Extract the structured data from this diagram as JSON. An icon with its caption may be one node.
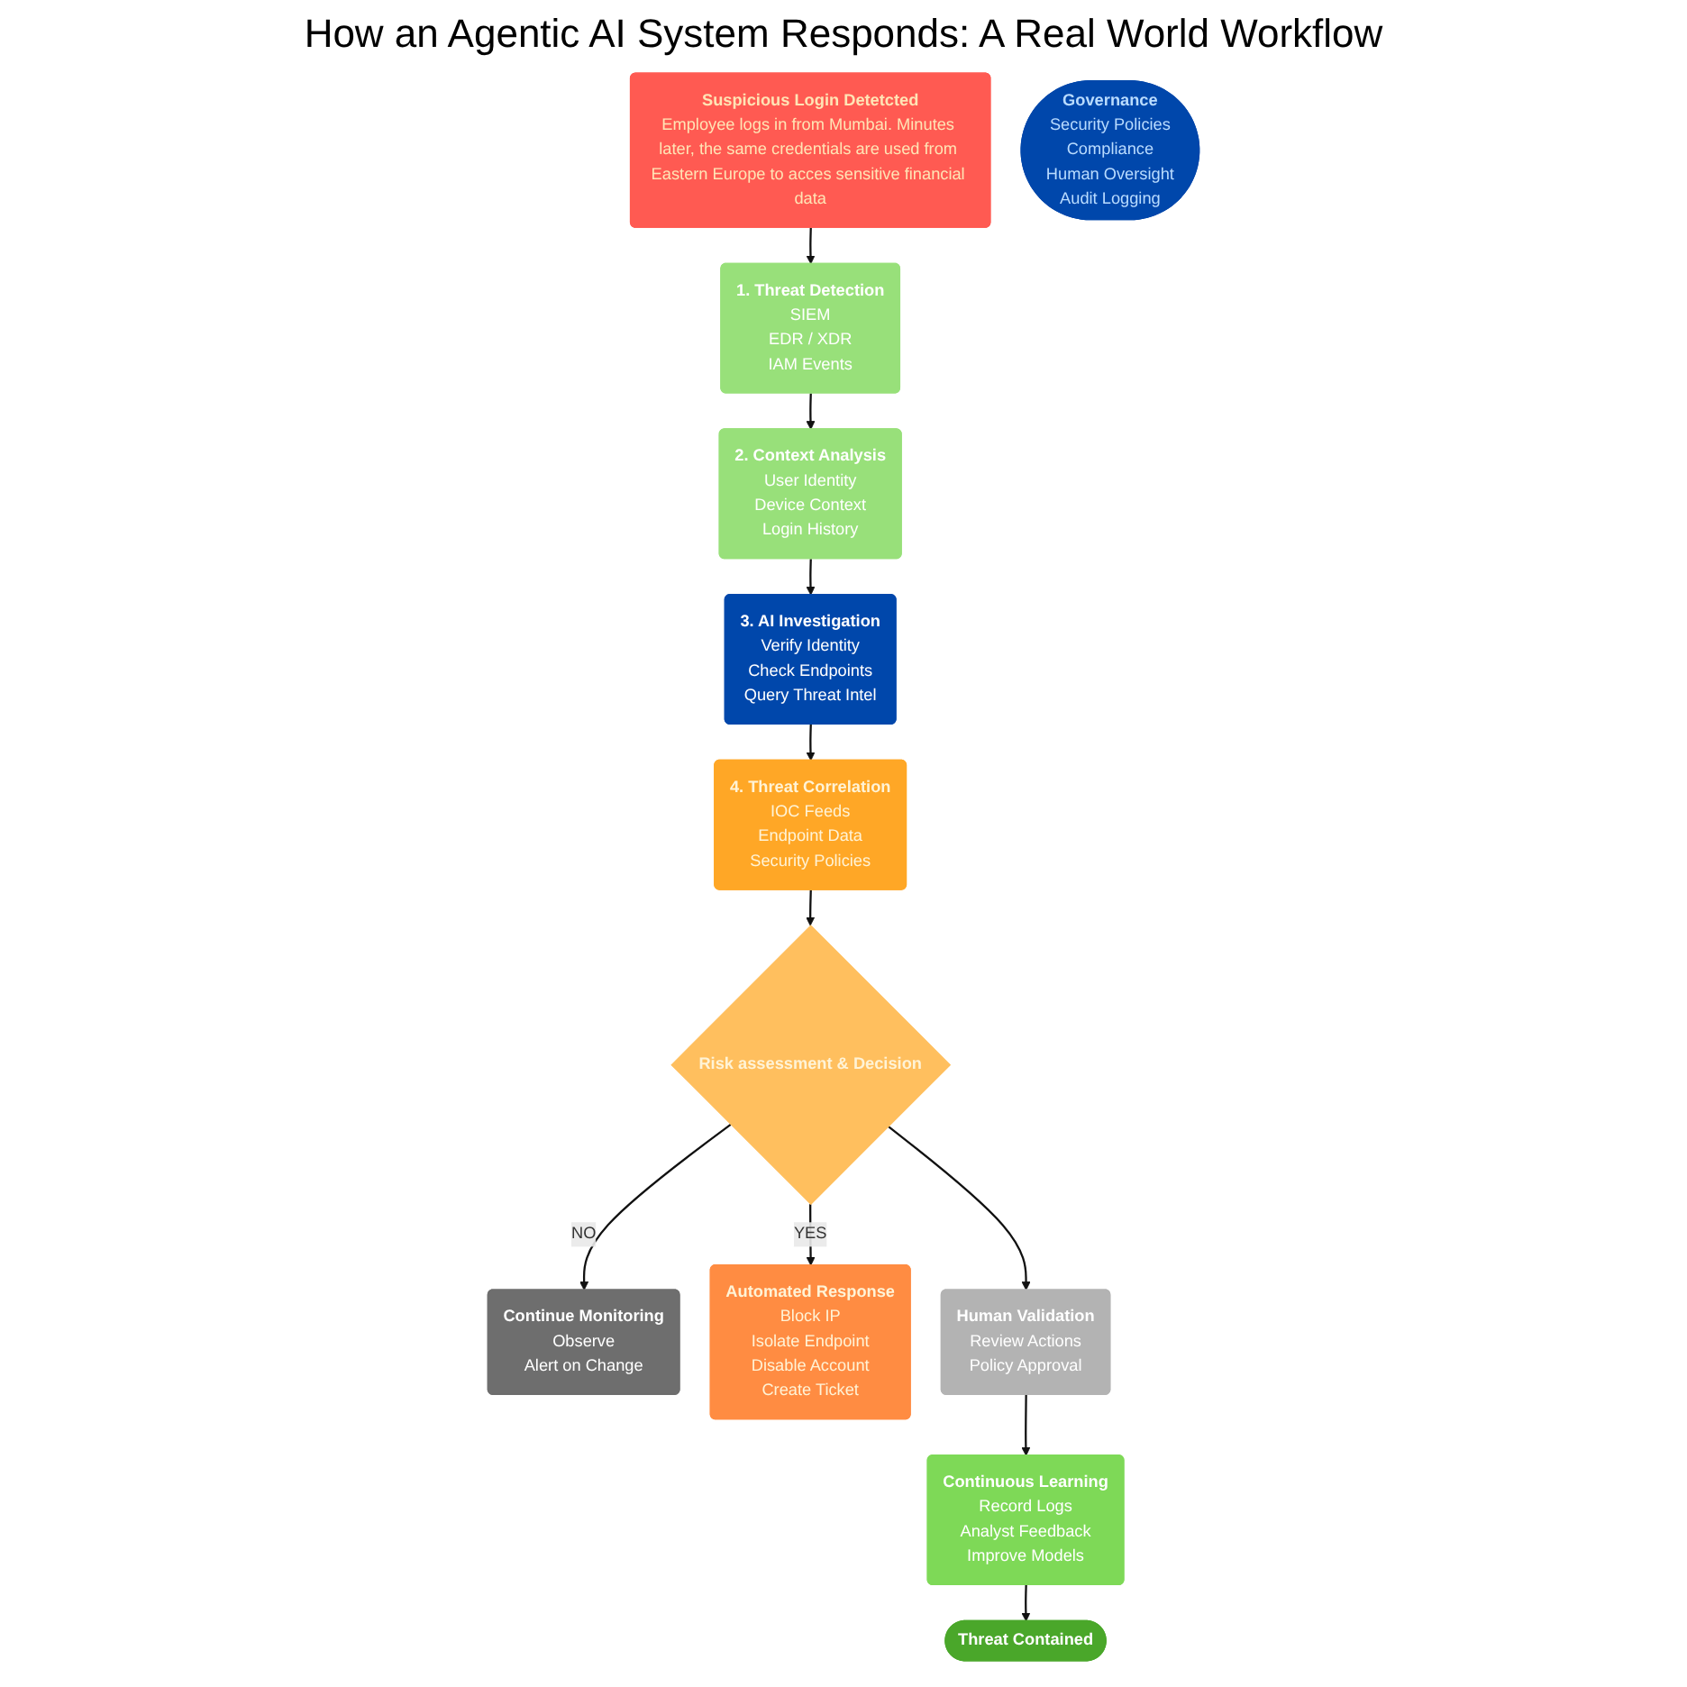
{
  "diagram": {
    "title": "How an Agentic AI System Responds: A Real World Workflow",
    "nodes": [
      {
        "text": [
          "Suspicious Login Detetcted",
          "Employee logs in from Mumbai. Minutes later, the same credentials are used from Eastern Europe to acces sensitive financial data"
        ]
      },
      {
        "text": [
          "1. Threat Detection",
          "SIEM",
          "EDR / XDR",
          "IAM Events"
        ]
      },
      {
        "text": [
          "2. Context Analysis",
          "User Identity",
          "Device Context",
          "Login History"
        ]
      },
      {
        "text": [
          "3. AI Investigation",
          "Verify Identity",
          "Check Endpoints",
          "Query Threat Intel"
        ]
      },
      {
        "text": [
          "4. Threat Correlation",
          "IOC Feeds",
          "Endpoint Data",
          "Security Policies"
        ]
      },
      {
        "text": [
          "Risk assessment & Decision"
        ]
      },
      {
        "text": [
          "Continue Monitoring",
          "Observe",
          "Alert on Change"
        ]
      },
      {
        "text": [
          "Automated Response",
          "Block IP",
          "Isolate Endpoint",
          "Disable Account",
          "Create Ticket"
        ]
      },
      {
        "text": [
          "Human Validation",
          "Review Actions",
          "Policy Approval"
        ]
      },
      {
        "text": [
          "Continuous Learning",
          "Record Logs",
          "Analyst Feedback",
          "Improve Models"
        ]
      },
      {
        "text": [
          "Threat Contained"
        ]
      },
      {
        "text": [
          "Governance",
          "Security Policies",
          "Compliance",
          "Human Oversight",
          "Audit Logging"
        ]
      }
    ],
    "edges": [
      {
        "from": 0,
        "to": 1,
        "arrow": "to"
      },
      {
        "from": 1,
        "to": 2,
        "arrow": "to"
      },
      {
        "from": 2,
        "to": 3,
        "arrow": "to"
      },
      {
        "from": 3,
        "to": 4,
        "arrow": "to"
      },
      {
        "from": 4,
        "to": 5,
        "arrow": "to"
      },
      {
        "from": 5,
        "to": 6,
        "arrow": "to",
        "label": "NO"
      },
      {
        "from": 5,
        "to": 7,
        "arrow": "to",
        "label": "YES"
      },
      {
        "from": 5,
        "to": 8,
        "arrow": "to"
      },
      {
        "from": 8,
        "to": 9,
        "arrow": "to"
      },
      {
        "from": 9,
        "to": 10,
        "arrow": "to"
      }
    ]
  }
}
